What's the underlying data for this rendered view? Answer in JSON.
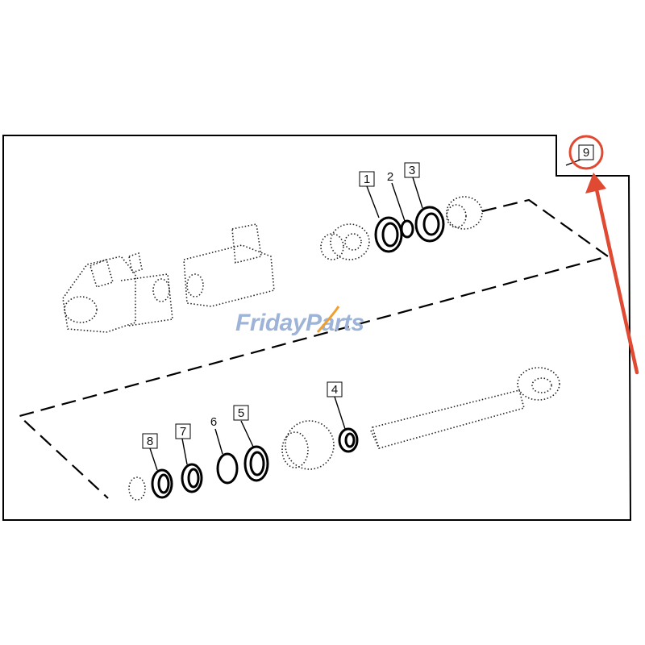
{
  "watermark": {
    "text_left": "Friday",
    "text_right": "Parts",
    "color_main": "#9db4d8",
    "color_accent": "#f0a030"
  },
  "callouts": [
    {
      "id": "1",
      "boxed": true
    },
    {
      "id": "2",
      "boxed": false
    },
    {
      "id": "3",
      "boxed": true
    },
    {
      "id": "4",
      "boxed": true
    },
    {
      "id": "5",
      "boxed": true
    },
    {
      "id": "6",
      "boxed": false
    },
    {
      "id": "7",
      "boxed": true
    },
    {
      "id": "8",
      "boxed": true
    },
    {
      "id": "9",
      "boxed": true
    }
  ],
  "highlight": {
    "target": "9",
    "color": "#e04a32"
  },
  "colors": {
    "line": "#000000",
    "background": "#ffffff"
  }
}
